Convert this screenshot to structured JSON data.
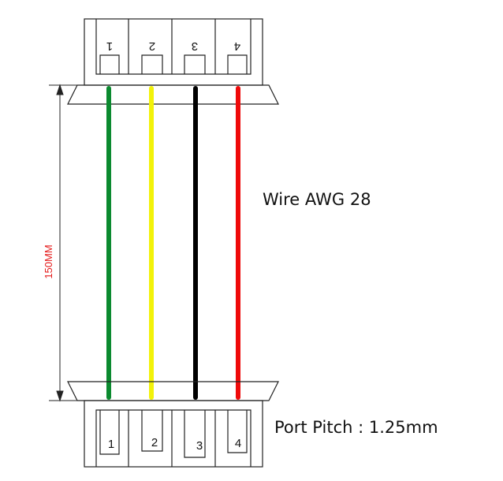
{
  "top_connector": {
    "pins": [
      "1",
      "2",
      "3",
      "4"
    ]
  },
  "bottom_connector": {
    "pins": [
      "1",
      "2",
      "3",
      "4"
    ]
  },
  "wires": [
    {
      "pin": "1",
      "color": "#0b8a2f"
    },
    {
      "pin": "2",
      "color": "#f2f20a"
    },
    {
      "pin": "3",
      "color": "#000000"
    },
    {
      "pin": "4",
      "color": "#ef0a0a"
    }
  ],
  "labels": {
    "wire_gauge": "Wire AWG 28",
    "port_pitch": "Port Pitch : 1.25mm",
    "length": "150MM"
  },
  "colors": {
    "length_label": "#e51a1a",
    "outline": "#222222"
  }
}
